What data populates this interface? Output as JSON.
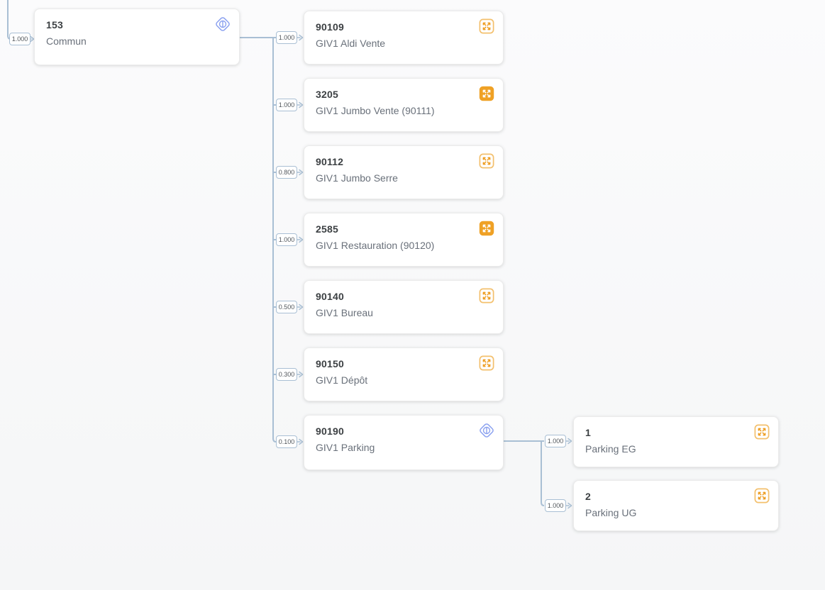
{
  "diagram": {
    "type": "tree",
    "colors": {
      "edge_line": "#a9bfd4",
      "accent_blue": "#8ca2f0",
      "accent_orange": "#efa125",
      "node_title": "#3c4043",
      "node_subtitle": "#69707a"
    },
    "nodes": [
      {
        "title": "153",
        "subtitle": "Commun",
        "icon": "hub-icon"
      },
      {
        "title": "90109",
        "subtitle": "GIV1 Aldi Vente",
        "icon": "expand-outline-icon"
      },
      {
        "title": "3205",
        "subtitle": "GIV1 Jumbo Vente (90111)",
        "icon": "expand-filled-icon"
      },
      {
        "title": "90112",
        "subtitle": "GIV1 Jumbo Serre",
        "icon": "expand-outline-icon"
      },
      {
        "title": "2585",
        "subtitle": "GIV1 Restauration (90120)",
        "icon": "expand-filled-icon"
      },
      {
        "title": "90140",
        "subtitle": "GIV1 Bureau",
        "icon": "expand-outline-icon"
      },
      {
        "title": "90150",
        "subtitle": "GIV1 Dépôt",
        "icon": "expand-outline-icon"
      },
      {
        "title": "90190",
        "subtitle": "GIV1 Parking",
        "icon": "hub-icon"
      },
      {
        "title": "1",
        "subtitle": "Parking EG",
        "icon": "expand-outline-icon"
      },
      {
        "title": "2",
        "subtitle": "Parking UG",
        "icon": "expand-outline-icon"
      }
    ],
    "edges": [
      {
        "from": "",
        "to": "153",
        "label": "1.000"
      },
      {
        "from": "153",
        "to": "90109",
        "label": "1.000"
      },
      {
        "from": "153",
        "to": "3205",
        "label": "1.000"
      },
      {
        "from": "153",
        "to": "90112",
        "label": "0.800"
      },
      {
        "from": "153",
        "to": "2585",
        "label": "1.000"
      },
      {
        "from": "153",
        "to": "90140",
        "label": "0.500"
      },
      {
        "from": "153",
        "to": "90150",
        "label": "0.300"
      },
      {
        "from": "153",
        "to": "90190",
        "label": "0.100"
      },
      {
        "from": "90190",
        "to": "1",
        "label": "1.000"
      },
      {
        "from": "90190",
        "to": "2",
        "label": "1.000"
      }
    ]
  }
}
